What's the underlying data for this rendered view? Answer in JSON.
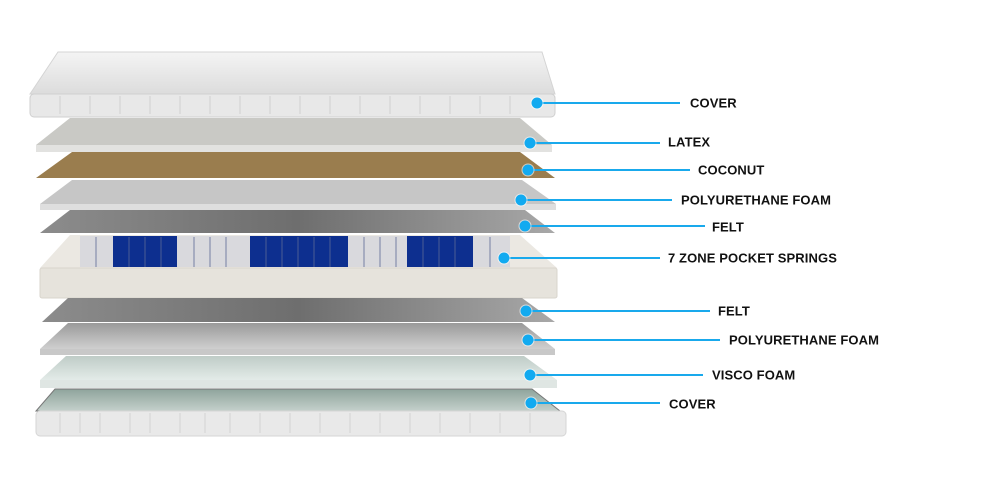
{
  "title": "Mattress layer diagram",
  "accent_color": "#19a9ec",
  "layers": [
    {
      "label": "COVER"
    },
    {
      "label": "LATEX"
    },
    {
      "label": "COCONUT"
    },
    {
      "label": "POLYURETHANE FOAM"
    },
    {
      "label": "FELT"
    },
    {
      "label": "7 ZONE POCKET SPRINGS"
    },
    {
      "label": "FELT"
    },
    {
      "label": "POLYURETHANE FOAM"
    },
    {
      "label": "VISCO FOAM"
    },
    {
      "label": "COVER"
    }
  ]
}
